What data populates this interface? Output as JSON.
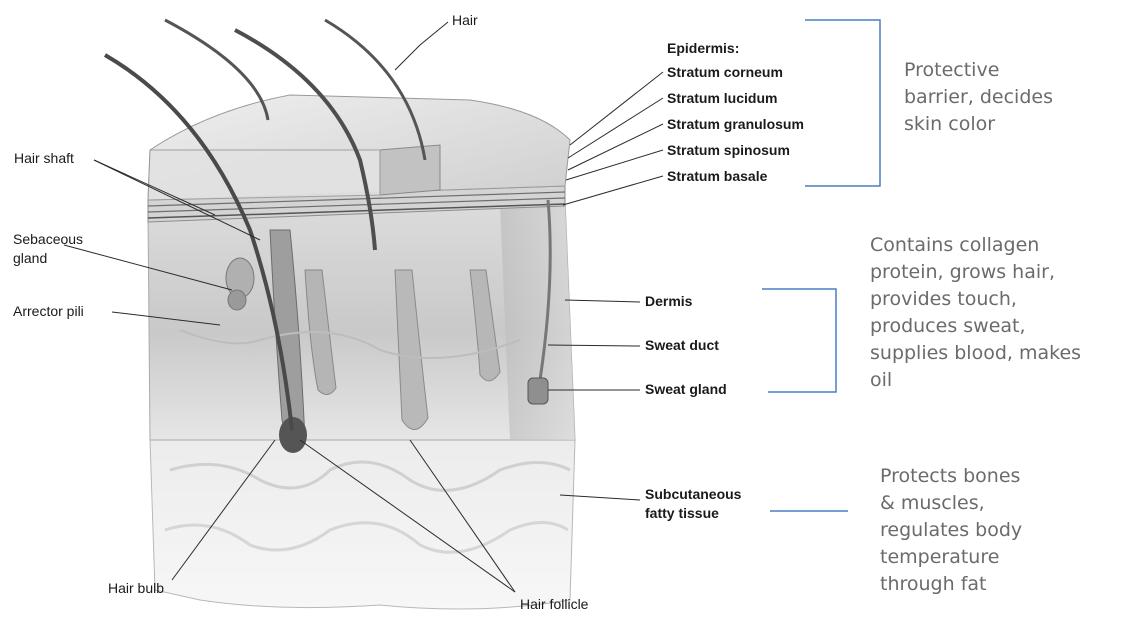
{
  "labels": {
    "hair": "Hair",
    "hair_shaft": "Hair shaft",
    "sebaceous_gland": [
      "Sebaceous",
      "gland"
    ],
    "arrector_pili": "Arrector pili",
    "hair_bulb": "Hair bulb",
    "hair_follicle": "Hair follicle",
    "dermis": "Dermis",
    "sweat_duct": "Sweat duct",
    "sweat_gland": "Sweat gland",
    "subcutaneous": [
      "Subcutaneous",
      "fatty tissue"
    ]
  },
  "epidermis": {
    "heading": "Epidermis:",
    "layers": [
      "Stratum corneum",
      "Stratum lucidum",
      "Stratum granulosum",
      "Stratum spinosum",
      "Stratum basale"
    ]
  },
  "descriptions": {
    "epidermis": [
      "Protective",
      "barrier, decides",
      "skin color"
    ],
    "dermis": [
      "Contains collagen",
      "protein, grows hair,",
      "provides touch,",
      "produces sweat,",
      "supplies blood, makes",
      "oil"
    ],
    "subcutaneous": [
      "Protects bones",
      "& muscles,",
      "regulates body",
      "temperature",
      "through fat"
    ]
  },
  "colors": {
    "bracket": "#4a7fc1",
    "description_text": "#6b6b6b",
    "label_text": "#1a1a1a"
  }
}
